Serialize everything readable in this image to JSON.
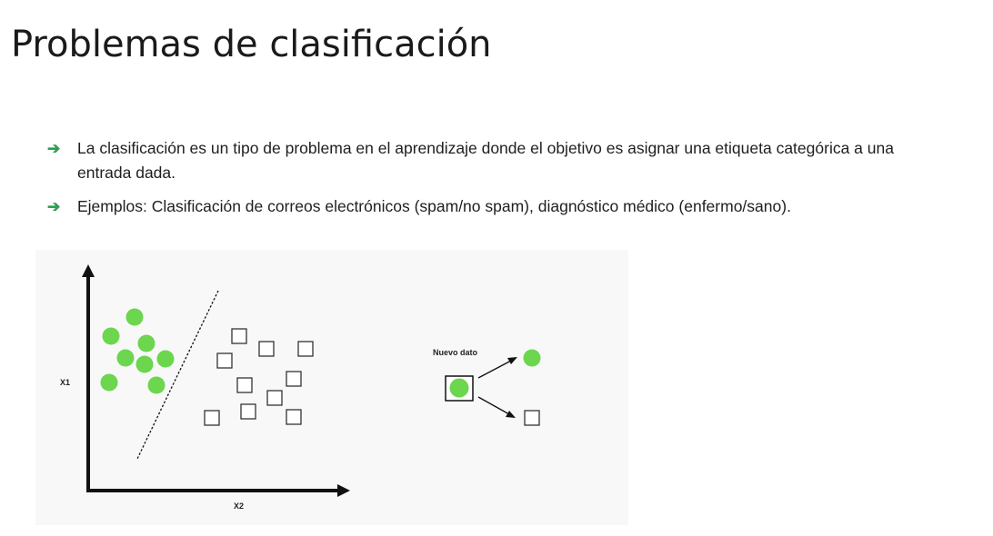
{
  "slide": {
    "title": "Problemas de clasificación",
    "bullets": [
      "La clasificación es un tipo de problema en el aprendizaje donde el objetivo es asignar una etiqueta categórica a una entrada dada.",
      "Ejemplos: Clasificación de correos electrónicos (spam/no spam), diagnóstico médico (enfermo/sano)."
    ],
    "bullet_icon": "arrow-right-icon"
  },
  "diagram": {
    "x_axis_label": "X2",
    "y_axis_label": "X1",
    "new_data_label": "Nuevo dato",
    "colors": {
      "circle": "#6bd64e",
      "axis": "#111111",
      "square_stroke": "#333333",
      "background": "#f8f8f8",
      "bullet_arrow": "#2f9e55"
    }
  }
}
